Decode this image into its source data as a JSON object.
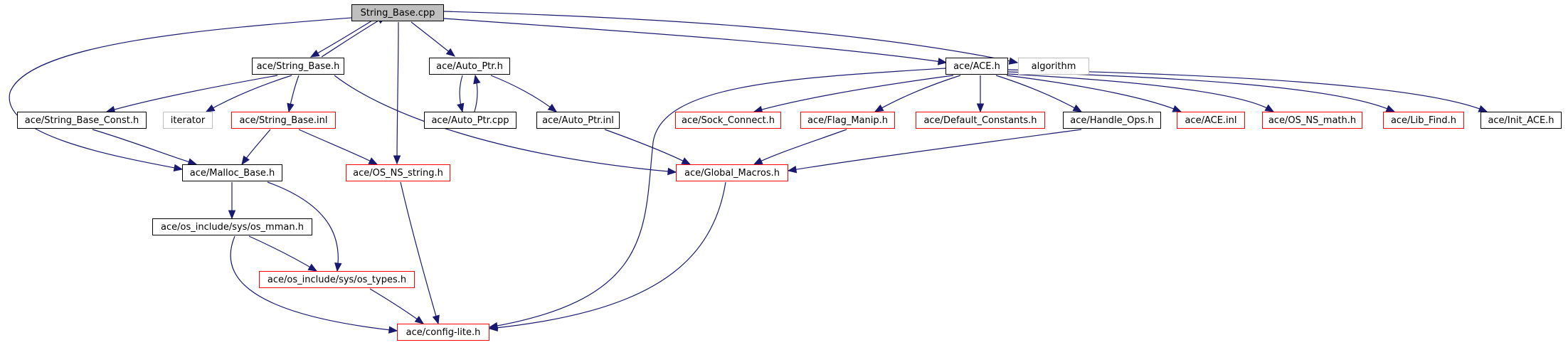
{
  "graph": {
    "root": "String_Base.cpp",
    "colors": {
      "edge": "#191970",
      "normal_border": "#000000",
      "missing_border": "#ff0000",
      "external_border": "#bfbfbf",
      "root_fill": "#bfbfbf"
    },
    "nodes": {
      "string_base_cpp": "String_Base.cpp",
      "string_base_h": "ace/String_Base.h",
      "auto_ptr_h": "ace/Auto_Ptr.h",
      "ace_h": "ace/ACE.h",
      "algorithm": "algorithm",
      "string_base_const_h": "ace/String_Base_Const.h",
      "iterator": "iterator",
      "string_base_inl": "ace/String_Base.inl",
      "auto_ptr_cpp": "ace/Auto_Ptr.cpp",
      "auto_ptr_inl": "ace/Auto_Ptr.inl",
      "sock_connect_h": "ace/Sock_Connect.h",
      "flag_manip_h": "ace/Flag_Manip.h",
      "default_constants_h": "ace/Default_Constants.h",
      "handle_ops_h": "ace/Handle_Ops.h",
      "ace_inl": "ace/ACE.inl",
      "os_ns_math_h": "ace/OS_NS_math.h",
      "lib_find_h": "ace/Lib_Find.h",
      "init_ace_h": "ace/Init_ACE.h",
      "malloc_base_h": "ace/Malloc_Base.h",
      "os_ns_string_h": "ace/OS_NS_string.h",
      "global_macros_h": "ace/Global_Macros.h",
      "os_mman_h": "ace/os_include/sys/os_mman.h",
      "os_types_h": "ace/os_include/sys/os_types.h",
      "config_lite_h": "ace/config-lite.h"
    }
  }
}
